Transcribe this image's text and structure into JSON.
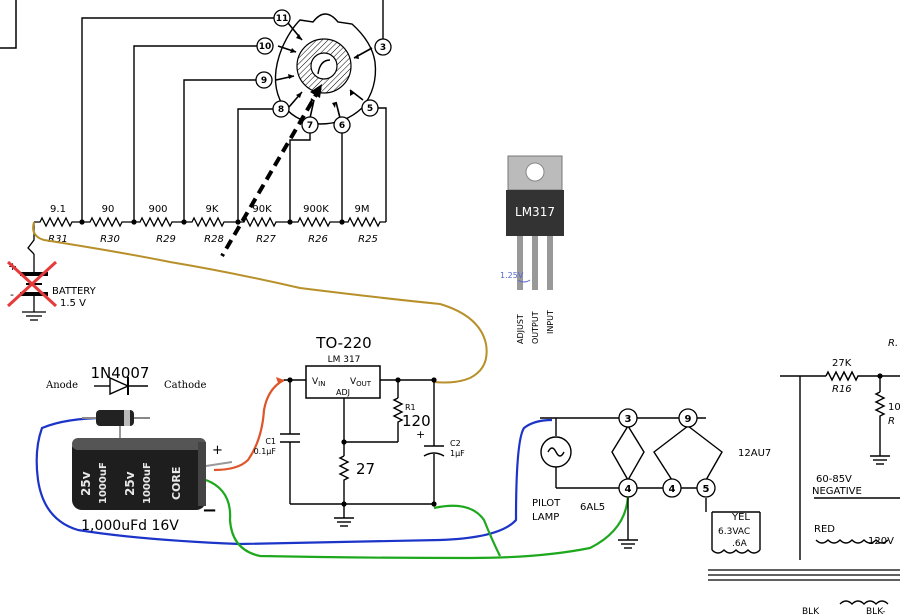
{
  "switch": {
    "positions": [
      "11",
      "10",
      "9",
      "8",
      "7",
      "6",
      "5",
      "3"
    ]
  },
  "resistor_ladder": {
    "values": [
      "9.1",
      "90",
      "900",
      "9K",
      "90K",
      "900K",
      "9M"
    ],
    "designators": [
      "R31",
      "R30",
      "R29",
      "R28",
      "R27",
      "R26",
      "R25"
    ]
  },
  "battery": {
    "label": "BATTERY",
    "voltage": "1.5 V",
    "plus": "+",
    "minus": "-"
  },
  "lm317_package": {
    "marking": "LM317",
    "pin_labels": [
      "ADJUST",
      "OUTPUT",
      "INPUT"
    ],
    "ref_voltage": "1.25V"
  },
  "regulator": {
    "package": "TO-220",
    "part": "LM 317",
    "vin": "V",
    "vin_sub": "IN",
    "vout": "V",
    "vout_sub": "OUT",
    "adj": "ADJ",
    "c1_name": "C1",
    "c1_value": "0.1µF",
    "r1_name": "R1",
    "r1_value": "120",
    "c2_plus": "+",
    "c2_name": "C2",
    "c2_value": "1µF",
    "r2_value": "27"
  },
  "diode": {
    "part": "1N4007",
    "anode": "Anode",
    "cathode": "Cathode"
  },
  "capacitor": {
    "label_line1": "25v",
    "label_line2": "1000uF",
    "brand": "CORE",
    "caption": "1,000uFd 16V",
    "plus": "+",
    "minus": "−"
  },
  "tube_wiring": {
    "pins_6al5": [
      "3",
      "4"
    ],
    "pins_12au7": [
      "9",
      "4",
      "5"
    ],
    "pilot_label_1": "PILOT",
    "pilot_label_2": "LAMP",
    "tube1": "6AL5",
    "tube2": "12AU7",
    "yel": "YEL",
    "vac": "6.3VAC",
    "amp": ".6A"
  },
  "right_section": {
    "r16_value": "27K",
    "r16_name": "R16",
    "r_partial": "10",
    "r_partial2": "R",
    "r_top": "R.",
    "negative_1": "60-85V",
    "negative_2": "NEGATIVE",
    "red": "RED",
    "v120": "120V",
    "blk1": "BLK",
    "blk2": "BLK-"
  },
  "wire_colors": {
    "gold": "#b8902a",
    "orange": "#e0542a",
    "blue": "#1c34c8",
    "green": "#1ea81e",
    "red_x": "#e53a3a",
    "lm_blue": "#5566cc"
  }
}
